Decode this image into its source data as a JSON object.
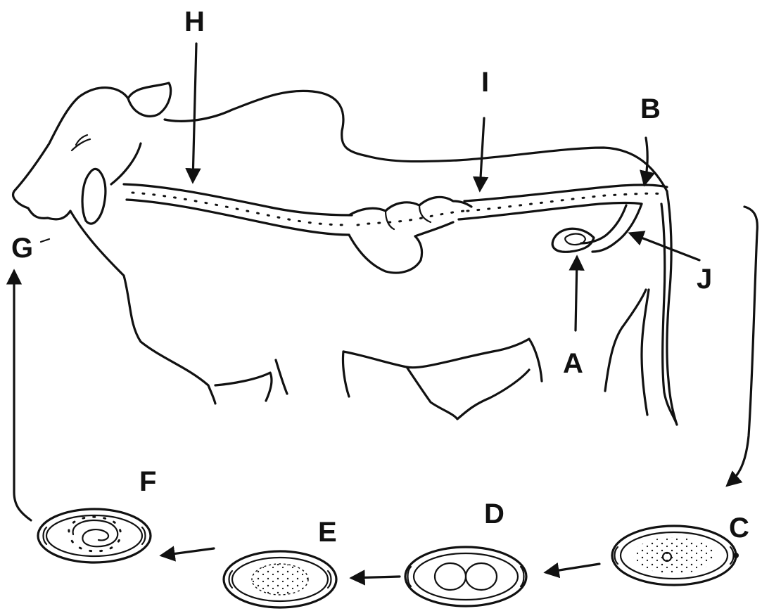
{
  "labels": {
    "A": "A",
    "B": "B",
    "C": "C",
    "D": "D",
    "E": "E",
    "F": "F",
    "G": "G",
    "H": "H",
    "I": "I",
    "J": "J"
  },
  "colors": {
    "ink": "#111111",
    "background": "#ffffff"
  }
}
